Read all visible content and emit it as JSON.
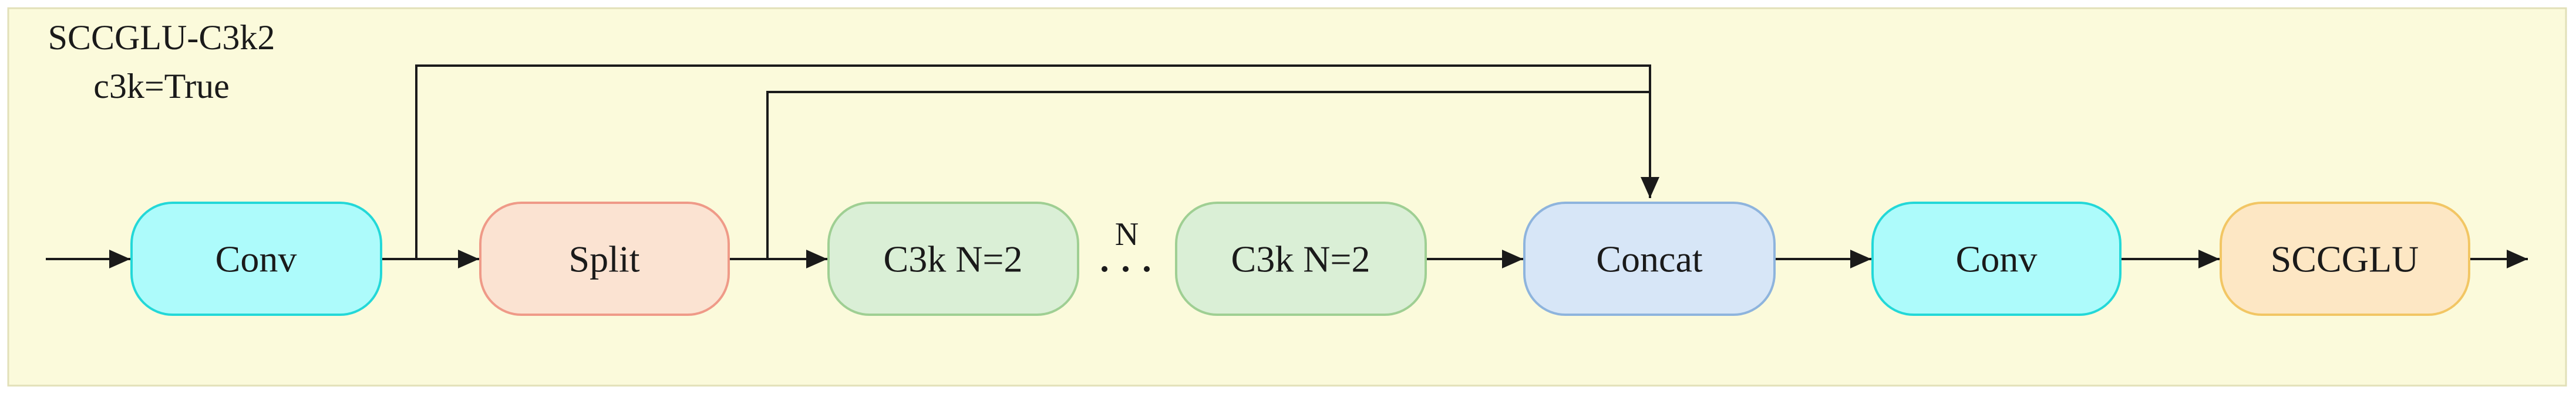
{
  "title": {
    "line1": "SCCGLU-C3k2",
    "line2": "c3k=True"
  },
  "nodes": [
    {
      "id": "conv1",
      "label": "Conv",
      "fill": "#adfbfb",
      "stroke": "#23d8d8"
    },
    {
      "id": "split",
      "label": "Split",
      "fill": "#fbe3d2",
      "stroke": "#ef9a88"
    },
    {
      "id": "c3k1",
      "label": "C3k  N=2",
      "fill": "#daefd6",
      "stroke": "#9fcf93"
    },
    {
      "id": "c3k2",
      "label": "C3k  N=2",
      "fill": "#daefd6",
      "stroke": "#9fcf93"
    },
    {
      "id": "concat",
      "label": "Concat",
      "fill": "#d7e6f7",
      "stroke": "#8eb4dd"
    },
    {
      "id": "conv2",
      "label": "Conv",
      "fill": "#adfbfb",
      "stroke": "#23d8d8"
    },
    {
      "id": "sccglu",
      "label": "SCCGLU",
      "fill": "#fde7c4",
      "stroke": "#f2c664"
    }
  ],
  "repeat": {
    "label": "N",
    "ellipsis": "..."
  },
  "colors": {
    "background": "#fbfadb",
    "frame": "#e2e0b8",
    "line": "#1a1a1a"
  }
}
